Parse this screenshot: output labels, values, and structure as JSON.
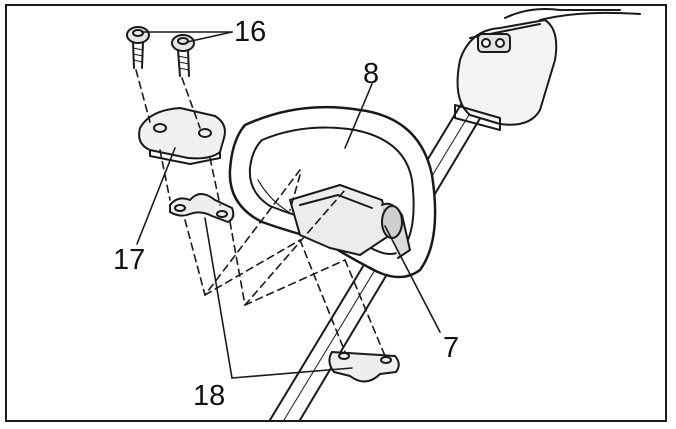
{
  "diagram": {
    "callouts": {
      "bolts": "16",
      "handle": "8",
      "upper_clamp": "17",
      "lower_clamps": "18",
      "handle_grip_part": "7"
    }
  }
}
